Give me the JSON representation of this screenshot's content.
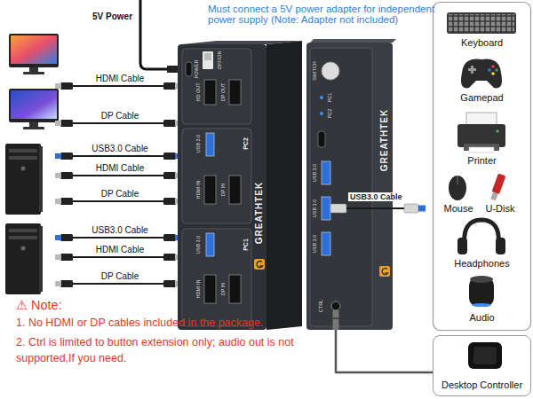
{
  "diagram": {
    "nodes": [
      {
        "text": [
          "GREATHTEK"
        ]
      },
      {
        "text": [
          "GREATHTEK"
        ]
      },
      {
        "text": [
          "Desktop Controller"
        ]
      }
    ],
    "edges": [
      {
        "from": 1,
        "to": 2,
        "arrow": "none"
      }
    ],
    "labels": [
      "5V Power",
      "Must connect a 5V power adapter for independent power supply (Note: Adapter not included)",
      "HDMI Cable",
      "DP Cable",
      "USB3.0 Cable",
      "HDMI Cable",
      "DP Cable",
      "USB3.0 Cable",
      "HDMI Cable",
      "DP Cable",
      "⚠ Note:",
      "1. No HDMI or DP cables included in the package.",
      "2. Ctrl is limited to button extension only; audio out is not supported,If you need.",
      "Keyboard",
      "Gamepad",
      "Printer",
      "Mouse",
      "U-Disk",
      "Headphones",
      "Audio",
      "USB3.0 Cable",
      "POWER",
      "OFF/ON",
      "HD OUT",
      "DP OUT",
      "PC2",
      "USB 3.0",
      "HDMI IN",
      "DP IN",
      "PC1",
      "USB 3.0",
      "HDMI IN",
      "DP IN",
      "SWITCH",
      "PC1",
      "PC2",
      "USB 3.0",
      "USB 3.0",
      "USB 3.0",
      "CTRL"
    ]
  }
}
